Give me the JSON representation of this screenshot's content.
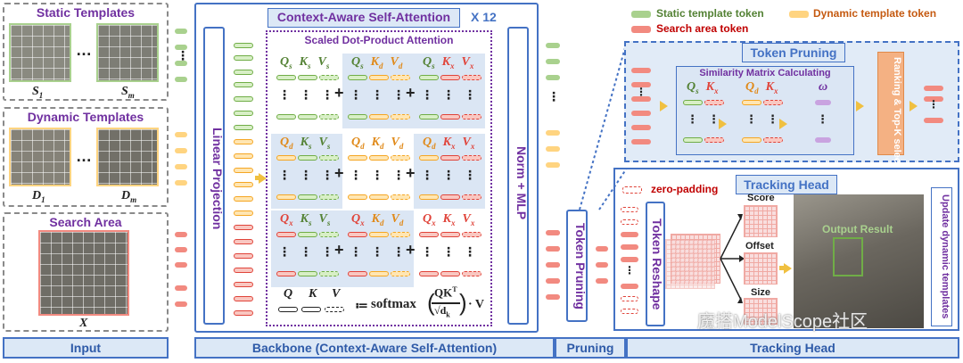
{
  "input": {
    "static_title": "Static Templates",
    "static_labels": [
      "S",
      "1",
      "S",
      "m"
    ],
    "dynamic_title": "Dynamic Templates",
    "dynamic_labels": [
      "D",
      "1",
      "D",
      "m"
    ],
    "search_title": "Search Area",
    "search_label": "X",
    "ellipsis": "…"
  },
  "backbone": {
    "title": "Context-Aware  Self-Attention",
    "repeat": "X 12",
    "linear_projection": "Linear Projection",
    "sdpa_title": "Scaled Dot-Product Attention",
    "norm_mlp": "Norm + MLP",
    "plus": "+",
    "vdots": "⋮",
    "cells": [
      [
        "Q",
        "s",
        "K",
        "s",
        "V",
        "s"
      ],
      [
        "Q",
        "s",
        "K",
        "d",
        "V",
        "d"
      ],
      [
        "Q",
        "s",
        "K",
        "x",
        "V",
        "x"
      ],
      [
        "Q",
        "d",
        "K",
        "s",
        "V",
        "s"
      ],
      [
        "Q",
        "d",
        "K",
        "d",
        "V",
        "d"
      ],
      [
        "Q",
        "d",
        "K",
        "x",
        "V",
        "x"
      ],
      [
        "Q",
        "x",
        "K",
        "s",
        "V",
        "s"
      ],
      [
        "Q",
        "x",
        "K",
        "d",
        "V",
        "d"
      ],
      [
        "Q",
        "x",
        "K",
        "x",
        "V",
        "x"
      ]
    ],
    "formula": {
      "q": "Q",
      "k": "K",
      "v": "V",
      "def": "≔",
      "softmax": "softmax",
      "num": "QK",
      "sup": "T",
      "den": "d",
      "den_sub": "k",
      "rest": "· V"
    }
  },
  "legend": {
    "static": "Static template token",
    "dynamic": "Dynamic template token",
    "search": "Search area token"
  },
  "token_pruning": {
    "title": "Token  Pruning",
    "similarity_title": "Similarity Matrix Calculating",
    "cols": [
      [
        "Q",
        "s",
        "K",
        "x"
      ],
      [
        "Q",
        "d",
        "K",
        "x"
      ],
      [
        "ω",
        "",
        "",
        ""
      ]
    ],
    "ranking": "Ranking & Top-K selection",
    "side_label": "Token  Pruning"
  },
  "tracking_head": {
    "title": "Tracking Head",
    "zero_padding": "zero-padding",
    "token_reshape": "Token  Reshape",
    "score": "Score",
    "offset": "Offset",
    "size": "Size",
    "output_result": "Output Result",
    "update": "Update dynamic templates"
  },
  "bottom": {
    "input": "Input",
    "backbone": "Backbone (Context-Aware Self-Attention)",
    "pruning": "Pruning",
    "tracking_head": "Tracking Head"
  },
  "watermark": "魔搭ModelScope社区",
  "colors": {
    "static": "#a9d18e",
    "dynamic": "#ffd480",
    "search": "#f28a80",
    "accent": "#4472c4",
    "title": "#7030a0"
  }
}
